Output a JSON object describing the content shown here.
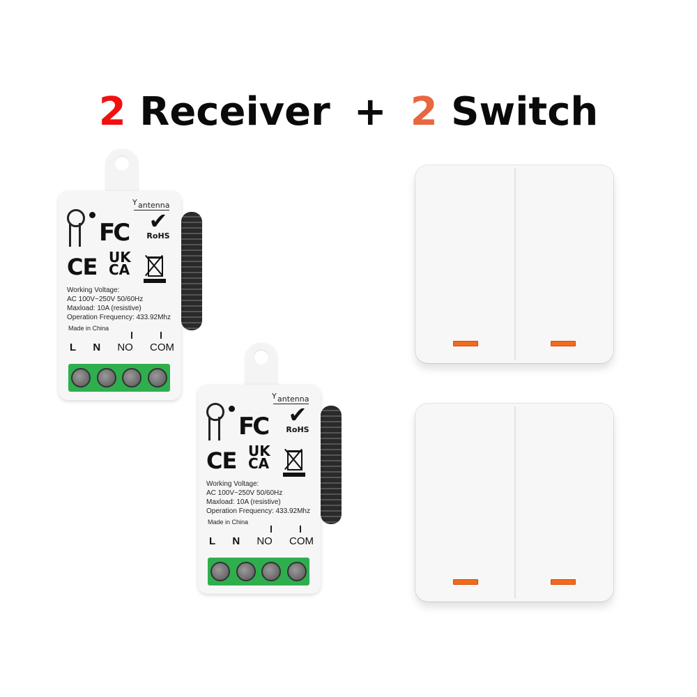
{
  "headline": {
    "receiver_count": "2",
    "receiver_label": "Receiver",
    "plus": "+",
    "switch_count": "2",
    "switch_label": "Switch",
    "receiver_count_color": "#f01010",
    "switch_count_color": "#e8673e"
  },
  "receiver": {
    "antenna_label": "antenna",
    "fcc_mark": "FC",
    "rohs_check": "✔",
    "rohs_label": "RoHS",
    "ce_mark": "CE",
    "ukca_line1": "UK",
    "ukca_line2": "CA",
    "specs": [
      "Working Voltage:",
      "AC 100V~250V 50/60Hz",
      "Maxload: 10A (resistive)",
      "Operation Frequency: 433.92Mhz"
    ],
    "made_in": "Made in China",
    "terminals": [
      "L",
      "N",
      "NO",
      "COM"
    ],
    "terminal_block_color": "#2fae4e"
  },
  "switch": {
    "indicator_color": "#f26a1b",
    "panel_color": "#f7f7f7"
  }
}
